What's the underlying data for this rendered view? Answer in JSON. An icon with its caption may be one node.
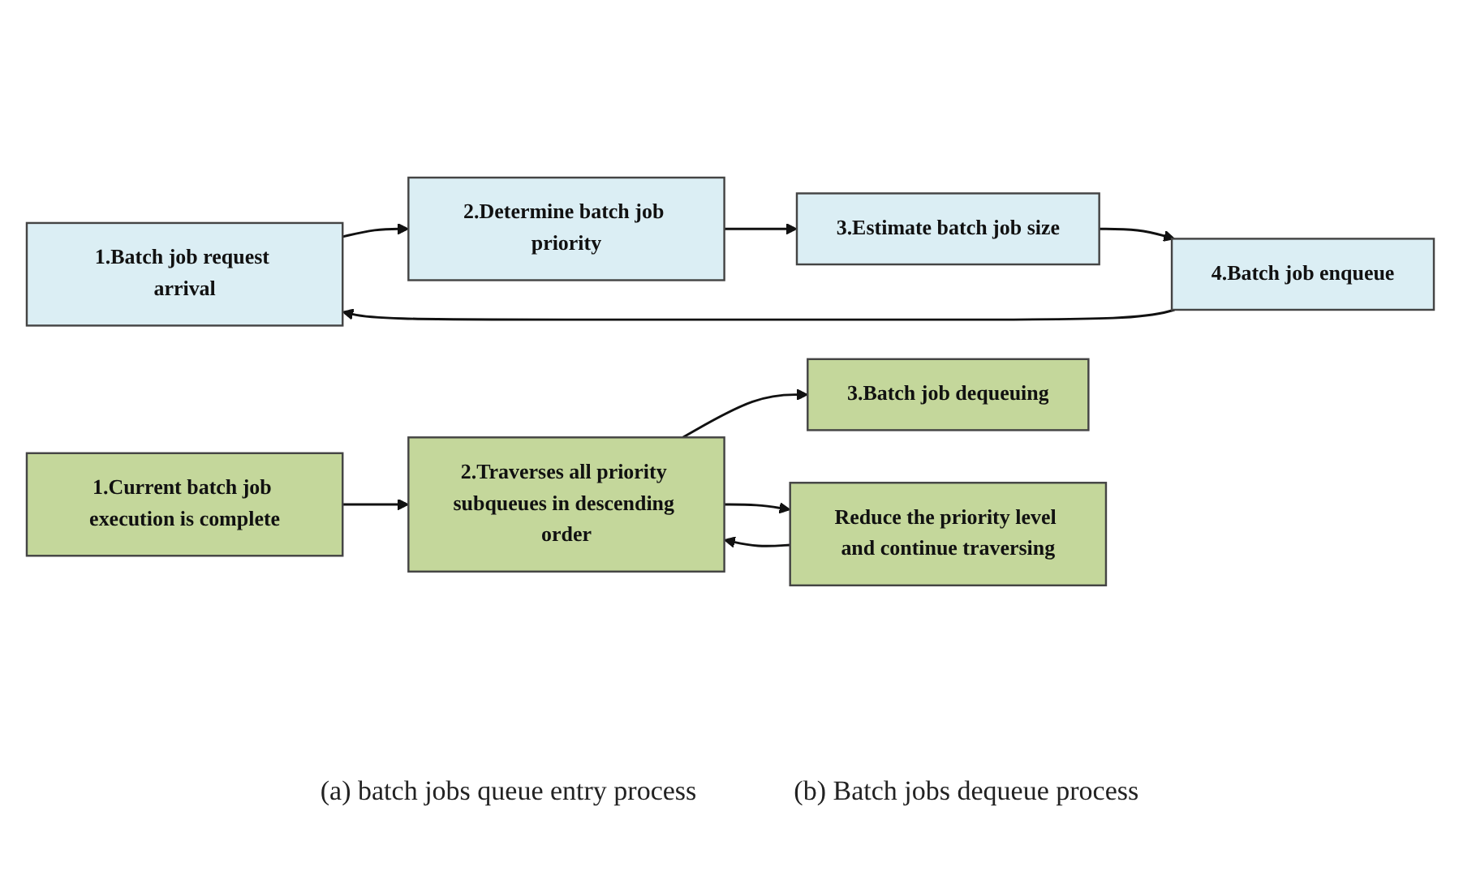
{
  "diagram": {
    "nodes": [
      {
        "text": [
          "1.Batch job request arrival"
        ]
      },
      {
        "text": [
          "2.Determine batch job priority"
        ]
      },
      {
        "text": [
          "3.Estimate batch job size"
        ]
      },
      {
        "text": [
          "4.Batch job enqueue"
        ]
      },
      {
        "text": [
          "1.Current batch job execution is complete"
        ]
      },
      {
        "text": [
          "2.Traverses all priority subqueues in descending order"
        ]
      },
      {
        "text": [
          "3.Batch job dequeuing"
        ]
      },
      {
        "text": [
          "Reduce the priority level and continue traversing"
        ]
      }
    ],
    "edges": [
      {
        "from": 0,
        "to": 1,
        "arrow": "to"
      },
      {
        "from": 1,
        "to": 2,
        "arrow": "to"
      },
      {
        "from": 2,
        "to": 3,
        "arrow": "to"
      },
      {
        "from": 3,
        "to": 0,
        "arrow": "to"
      },
      {
        "from": 4,
        "to": 5,
        "arrow": "to"
      },
      {
        "from": 5,
        "to": 6,
        "arrow": "to"
      },
      {
        "from": 5,
        "to": 7,
        "arrow": "to"
      },
      {
        "from": 7,
        "to": 5,
        "arrow": "to"
      }
    ],
    "labels": [
      "(a) batch jobs queue entry process",
      "(b) Batch jobs dequeue process"
    ]
  }
}
